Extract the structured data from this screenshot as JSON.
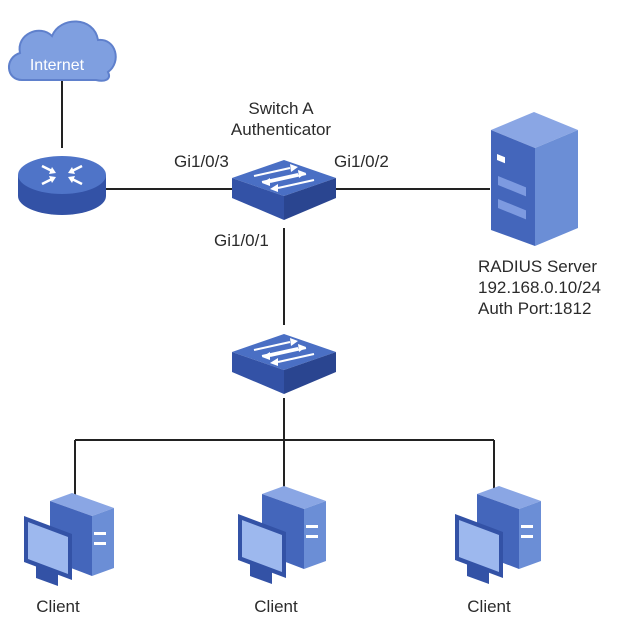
{
  "cloud": {
    "label": "Internet"
  },
  "switch_a": {
    "name": "Switch A",
    "role": "Authenticator"
  },
  "ports": {
    "router_side": "Gi1/0/3",
    "server_side": "Gi1/0/2",
    "downlink": "Gi1/0/1"
  },
  "radius_server": {
    "title": "RADIUS Server",
    "ip": "192.168.0.10/24",
    "auth_port": "Auth Port:1812"
  },
  "clients": [
    {
      "label": "Client"
    },
    {
      "label": "Client"
    },
    {
      "label": "Client"
    }
  ],
  "colors": {
    "device_top": "#4a6fc4",
    "device_side": "#3352a6",
    "cloud": "#7f9fe0",
    "server_front": "#4466bb",
    "server_side": "#6b8ed6",
    "monitor_screen": "#9db8ee"
  }
}
